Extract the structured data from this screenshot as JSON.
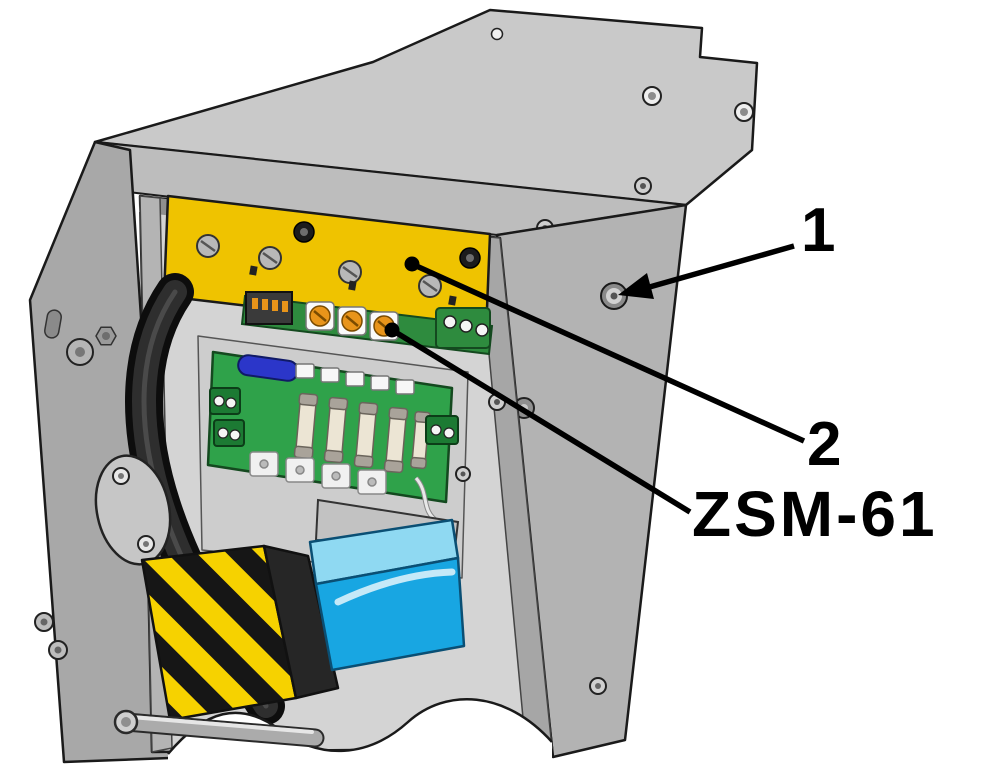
{
  "figure": {
    "callouts": [
      {
        "label": "1"
      },
      {
        "label": "2"
      },
      {
        "label": "ZSM-61"
      }
    ]
  },
  "colors": {
    "panel_yellow": "#efc300",
    "pcb_green": "#2fa24a",
    "strip_green": "#2e8b3e",
    "block_green": "#1c7a33",
    "module_blue": "#18a6e2",
    "module_blue_light": "#8fd9f2",
    "capacitor_blue": "#2b36c9",
    "hazard_yellow": "#f6d200",
    "hazard_black": "#161616",
    "terminal_orange": "#e8941a"
  }
}
